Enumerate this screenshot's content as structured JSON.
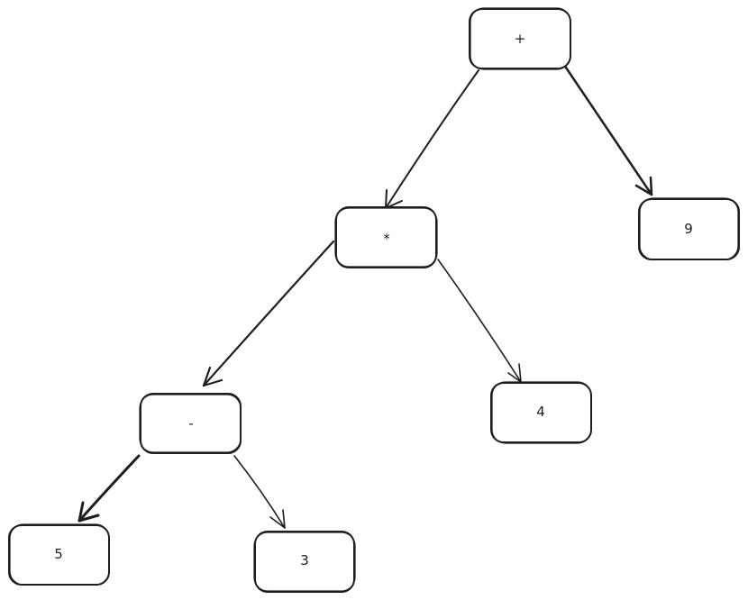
{
  "diagram": {
    "type": "expression-tree",
    "stroke_color": "#1e1e1e",
    "background_color": "#ffffff",
    "nodes": {
      "plus": {
        "label": "+"
      },
      "times": {
        "label": "*"
      },
      "nine": {
        "label": "9"
      },
      "minus": {
        "label": "-"
      },
      "four": {
        "label": "4"
      },
      "five": {
        "label": "5"
      },
      "three": {
        "label": "3"
      }
    },
    "edges": [
      {
        "from": "plus",
        "to": "times"
      },
      {
        "from": "plus",
        "to": "nine"
      },
      {
        "from": "times",
        "to": "minus"
      },
      {
        "from": "times",
        "to": "four"
      },
      {
        "from": "minus",
        "to": "five"
      },
      {
        "from": "minus",
        "to": "three"
      }
    ]
  }
}
